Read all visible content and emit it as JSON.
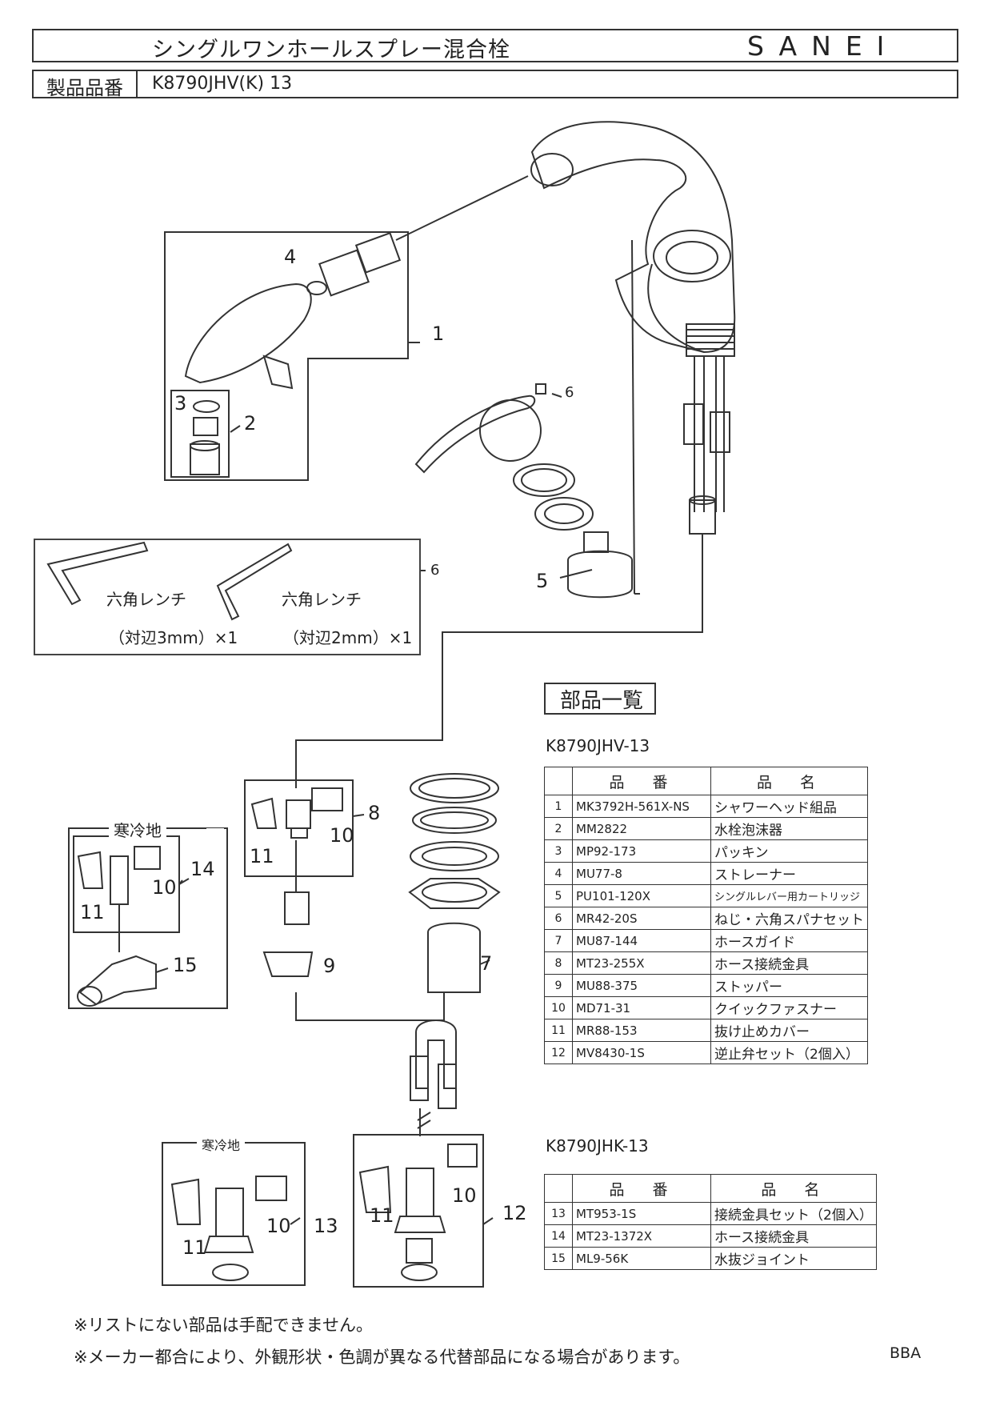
{
  "header": {
    "title": "シングルワンホールスプレー混合栓",
    "brand": "SANEI",
    "product_label": "製品品番",
    "product_value": "K8790JHV(K)  13"
  },
  "callouts": {
    "c1": "1",
    "c2": "2",
    "c3": "3",
    "c4": "4",
    "c5": "5",
    "c6_top": "6",
    "c6_box": "6",
    "c7": "7",
    "c8": "8",
    "c9": "9",
    "c10_a": "10",
    "c10_b": "10",
    "c10_c": "10",
    "c10_d": "10",
    "c11_a": "11",
    "c11_b": "11",
    "c11_c": "11",
    "c11_d": "11",
    "c12": "12",
    "c13": "13",
    "c14": "14",
    "c15": "15"
  },
  "wrenches": {
    "w1_name": "六角レンチ",
    "w1_size": "（対辺3mm）×1",
    "w2_name": "六角レンチ",
    "w2_size": "（対辺2mm）×1"
  },
  "cold_region": {
    "label_a": "寒冷地",
    "label_b": "寒冷地"
  },
  "parts_list": {
    "title": "部品一覧",
    "table1": {
      "model": "K8790JHV-13",
      "col_code": "品　番",
      "col_name": "品　名",
      "rows": [
        {
          "no": "1",
          "code": "MK3792H-561X-NS",
          "name": "シャワーヘッド組品"
        },
        {
          "no": "2",
          "code": "MM2822",
          "name": "水栓泡沫器"
        },
        {
          "no": "3",
          "code": "MP92-173",
          "name": "パッキン"
        },
        {
          "no": "4",
          "code": "MU77-8",
          "name": "ストレーナー"
        },
        {
          "no": "5",
          "code": "PU101-120X",
          "name": "シングルレバー用カートリッジ"
        },
        {
          "no": "6",
          "code": "MR42-20S",
          "name": "ねじ・六角スパナセット"
        },
        {
          "no": "7",
          "code": "MU87-144",
          "name": "ホースガイド"
        },
        {
          "no": "8",
          "code": "MT23-255X",
          "name": "ホース接続金具"
        },
        {
          "no": "9",
          "code": "MU88-375",
          "name": "ストッパー"
        },
        {
          "no": "10",
          "code": "MD71-31",
          "name": "クイックファスナー"
        },
        {
          "no": "11",
          "code": "MR88-153",
          "name": "抜け止めカバー"
        },
        {
          "no": "12",
          "code": "MV8430-1S",
          "name": "逆止弁セット（2個入）"
        }
      ]
    },
    "table2": {
      "model": "K8790JHK-13",
      "col_code": "品　番",
      "col_name": "品　名",
      "rows": [
        {
          "no": "13",
          "code": "MT953-1S",
          "name": "接続金具セット（2個入）"
        },
        {
          "no": "14",
          "code": "MT23-1372X",
          "name": "ホース接続金具"
        },
        {
          "no": "15",
          "code": "ML9-56K",
          "name": "水抜ジョイント"
        }
      ]
    }
  },
  "notes": {
    "n1": "※リストにない部品は手配できません。",
    "n2": "※メーカー都合により、外観形状・色調が異なる代替部品になる場合があります。",
    "code": "BBA"
  }
}
